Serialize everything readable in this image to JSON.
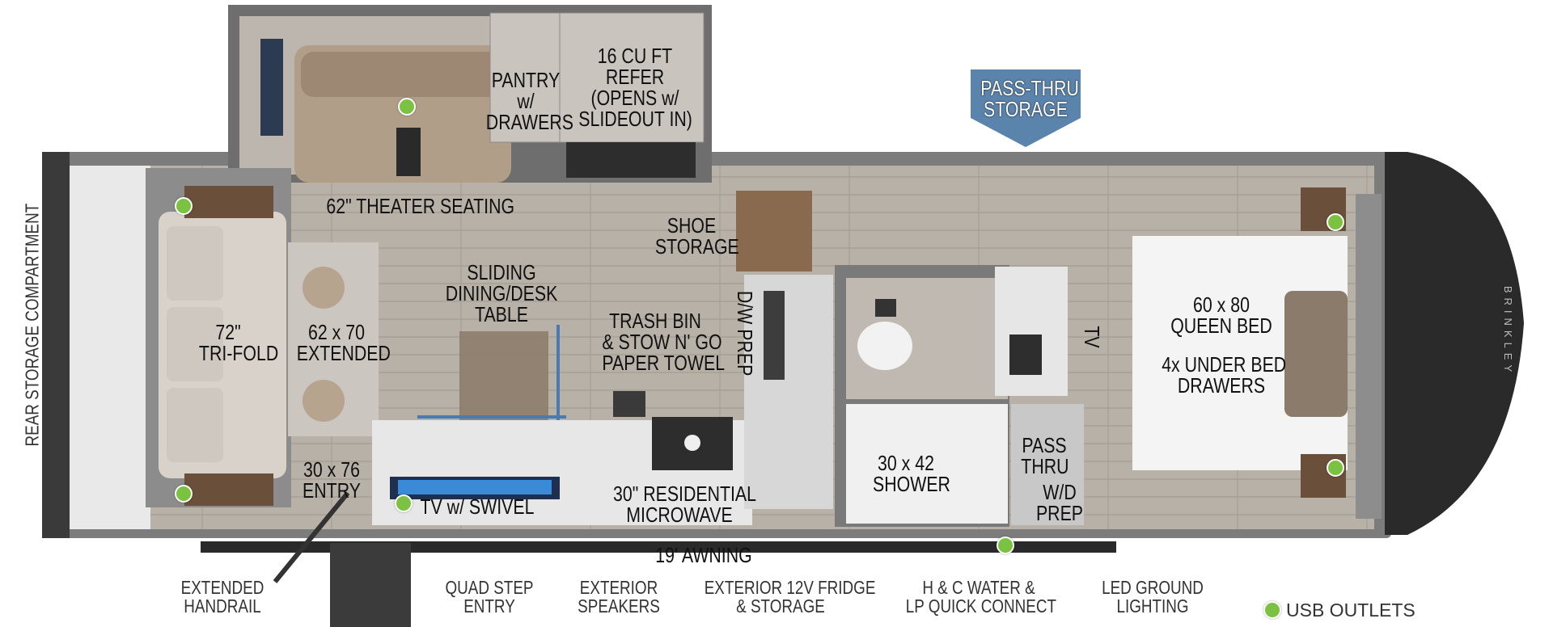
{
  "labels": {
    "rear_storage": "REAR STORAGE COMPARTMENT",
    "theater_seating": "62\" THEATER SEATING",
    "pantry": [
      "PANTRY",
      "w/",
      "DRAWERS"
    ],
    "refer": [
      "16 CU FT",
      "REFER",
      "(OPENS w/",
      "SLIDEOUT IN)"
    ],
    "pass_thru_storage": [
      "PASS-THRU",
      "STORAGE"
    ],
    "shoe_storage": [
      "SHOE",
      "STORAGE"
    ],
    "dining": [
      "SLIDING",
      "DINING/DESK",
      "TABLE"
    ],
    "trifold": [
      "72\"",
      "TRI-FOLD"
    ],
    "extended": [
      "62 x 70",
      "EXTENDED"
    ],
    "trash": [
      "TRASH BIN",
      "& STOW N' GO",
      "PAPER TOWEL"
    ],
    "dw_prep": "D/W PREP",
    "tv_side": "TV",
    "queen_bed": [
      "60 x 80",
      "QUEEN BED"
    ],
    "under_bed": [
      "4x UNDER BED",
      "DRAWERS"
    ],
    "entry": [
      "30 x 76",
      "ENTRY"
    ],
    "tv_swivel": "TV w/ SWIVEL",
    "microwave": [
      "30\" RESIDENTIAL",
      "MICROWAVE"
    ],
    "shower": [
      "30 x 42",
      "SHOWER"
    ],
    "pass_thru": [
      "PASS",
      "THRU"
    ],
    "wd_prep": [
      "W/D",
      "PREP"
    ],
    "awning": "19' AWNING",
    "brand": "BRINKLEY"
  },
  "exterior": [
    [
      "EXTENDED",
      "HANDRAIL"
    ],
    [
      "QUAD STEP",
      "ENTRY"
    ],
    [
      "EXTERIOR",
      "SPEAKERS"
    ],
    [
      "EXTERIOR 12V FRIDGE",
      "& STORAGE"
    ],
    [
      "H & C WATER &",
      "LP QUICK CONNECT"
    ],
    [
      "LED GROUND",
      "LIGHTING"
    ]
  ],
  "legend": {
    "usb_label": "USB OUTLETS"
  },
  "colors": {
    "usb_dot": "#7cc242",
    "pass_thru_badge": "#5b84ad",
    "wall": "#9a9a9a",
    "floor": "#b7b0a7",
    "front_cap": "#2a2a2a",
    "direction_arrow": "#4a7bb0"
  }
}
